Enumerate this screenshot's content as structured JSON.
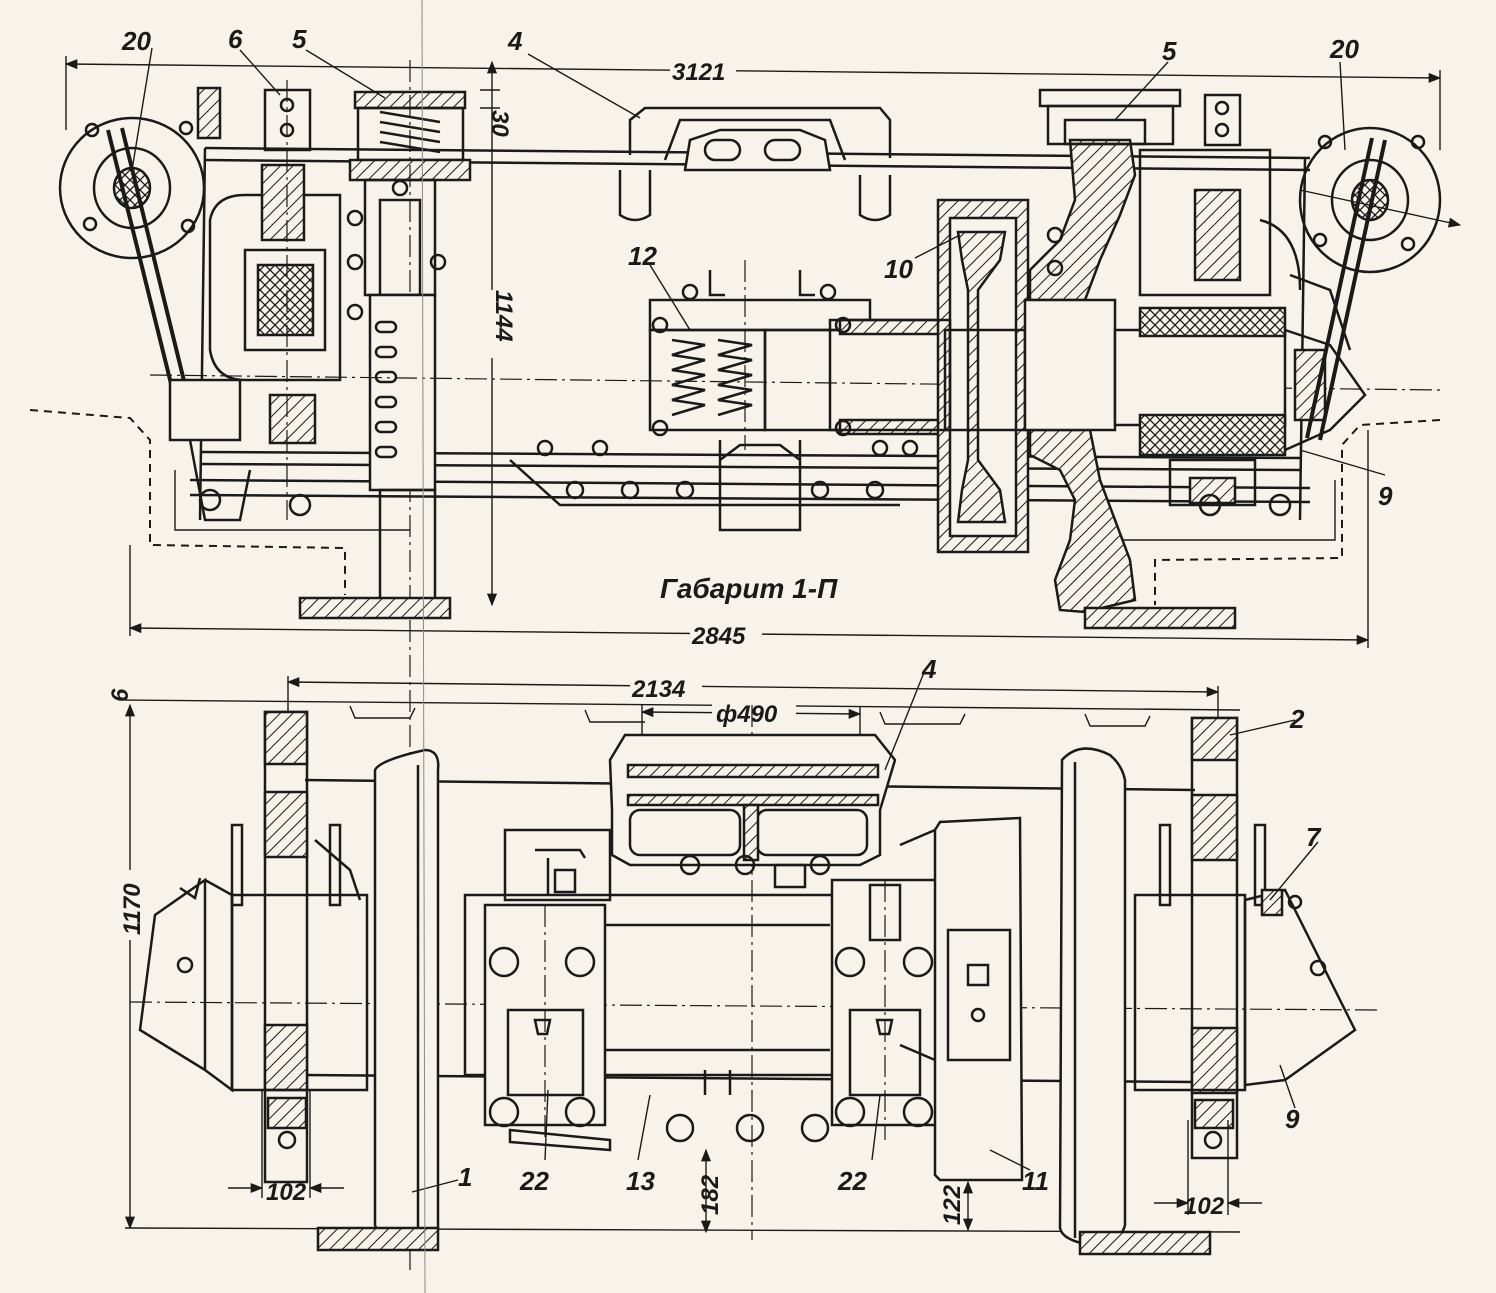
{
  "colors": {
    "paper": "#f7f3ea",
    "ink": "#1a1a1a"
  },
  "top_view": {
    "labels": {
      "l20_left": "20",
      "l6": "6",
      "l5_left": "5",
      "l4": "4",
      "l5_right": "5",
      "l20_right": "20",
      "l10": "10",
      "l12": "12",
      "l9": "9"
    },
    "dimensions": {
      "overall_length": "3121",
      "height": "1144",
      "spring_gap": "30",
      "base_length": "2845"
    },
    "gauge_label": "Габарит 1-П"
  },
  "bottom_view": {
    "labels": {
      "l4": "4",
      "l2": "2",
      "l7": "7",
      "l9": "9",
      "l1": "1",
      "l22_left": "22",
      "l13": "13",
      "l22_right": "22",
      "l11": "11"
    },
    "dimensions": {
      "wheelbase": "2134",
      "diameter": "ф490",
      "top_offset": "6",
      "height": "1170",
      "journal_left": "102",
      "journal_right": "102",
      "clearance_motor": "182",
      "clearance_gear": "122"
    }
  }
}
